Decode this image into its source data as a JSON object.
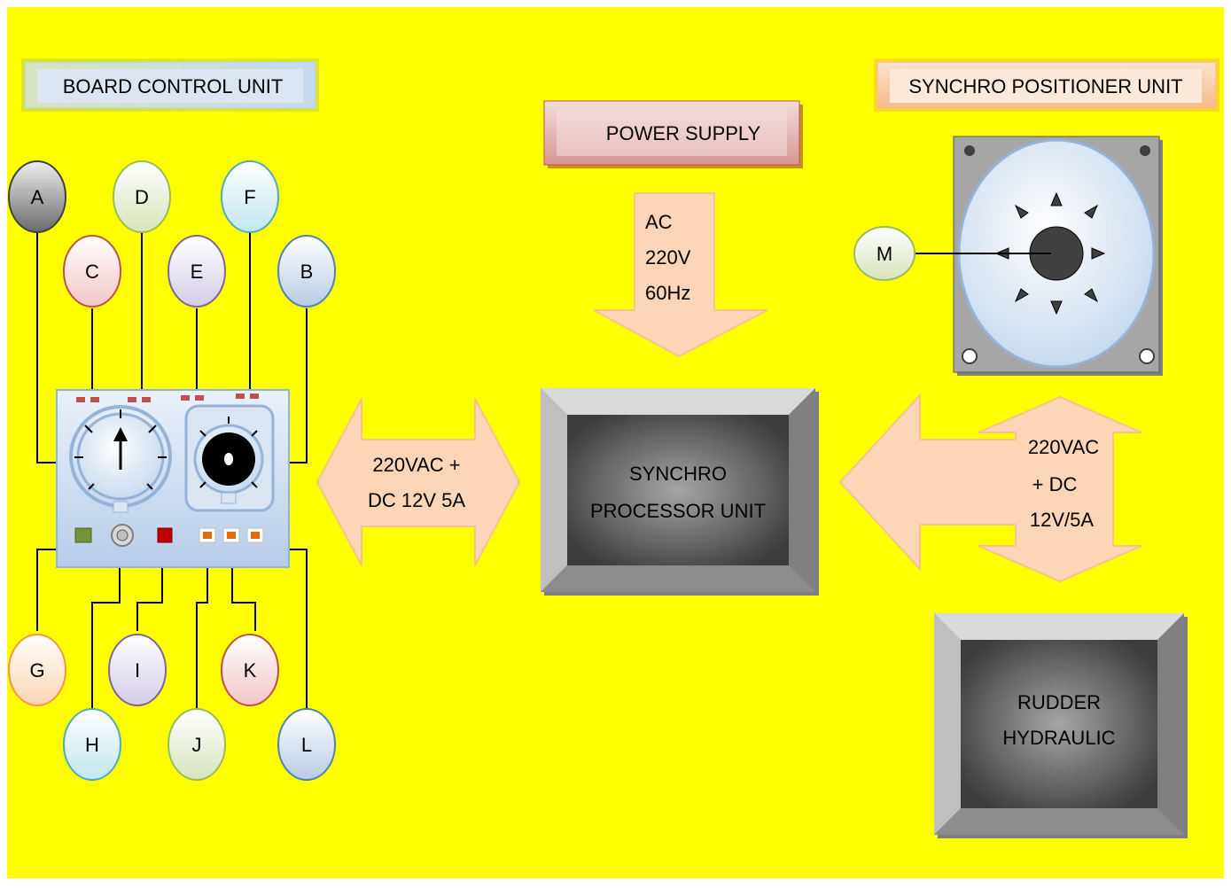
{
  "headers": {
    "board_control": "BOARD CONTROL UNIT",
    "power_supply": "POWER SUPPLY",
    "synchro_positioner": "SYNCHRO POSITIONER UNIT"
  },
  "power_arrow": {
    "line1": "AC",
    "line2": "220V",
    "line3": "60Hz"
  },
  "left_arrow": {
    "line1": "220VAC +",
    "line2": "DC 12V 5A"
  },
  "right_arrow": {
    "line1": "220VAC",
    "line2": "+   DC",
    "line3": "12V/5A"
  },
  "processor": {
    "line1": "SYNCHRO",
    "line2": "PROCESSOR UNIT"
  },
  "rudder": {
    "line1": "RUDDER",
    "line2": "HYDRAULIC"
  },
  "callouts": {
    "A": "A",
    "B": "B",
    "C": "C",
    "D": "D",
    "E": "E",
    "F": "F",
    "G": "G",
    "H": "H",
    "I": "I",
    "J": "J",
    "K": "K",
    "L": "L",
    "M": "M"
  },
  "colors": {
    "background": "#ffff00",
    "arrow_fill": "#fbd5b5",
    "board_panel": "#c5d9f1",
    "processor_inner": "#5a5a5a"
  }
}
